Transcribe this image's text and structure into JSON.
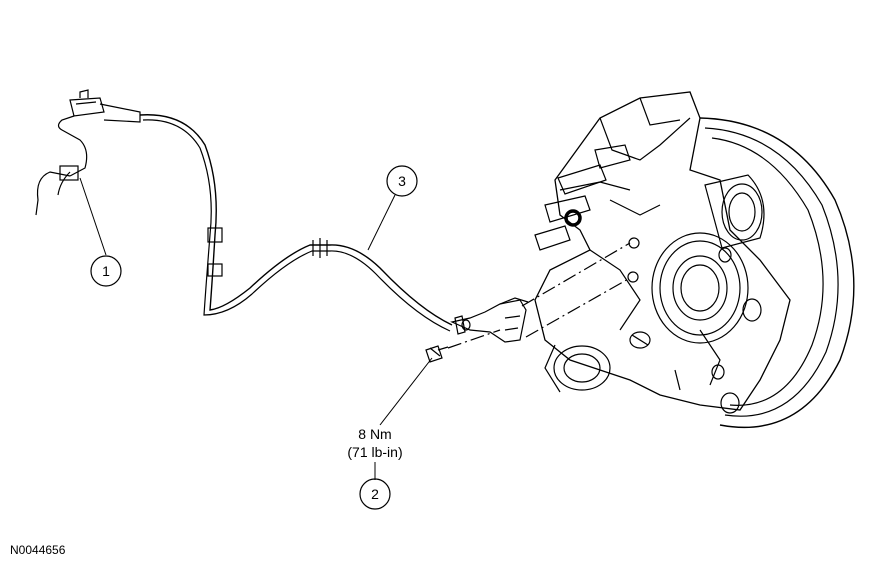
{
  "callouts": [
    {
      "number": "1",
      "part": "sensor-connector"
    },
    {
      "number": "2",
      "part": "bolt"
    },
    {
      "number": "3",
      "part": "sensor-cable"
    }
  ],
  "torque": {
    "metric": "8 Nm",
    "imperial": "(71 lb-in)"
  },
  "figure_id": "N0044656"
}
